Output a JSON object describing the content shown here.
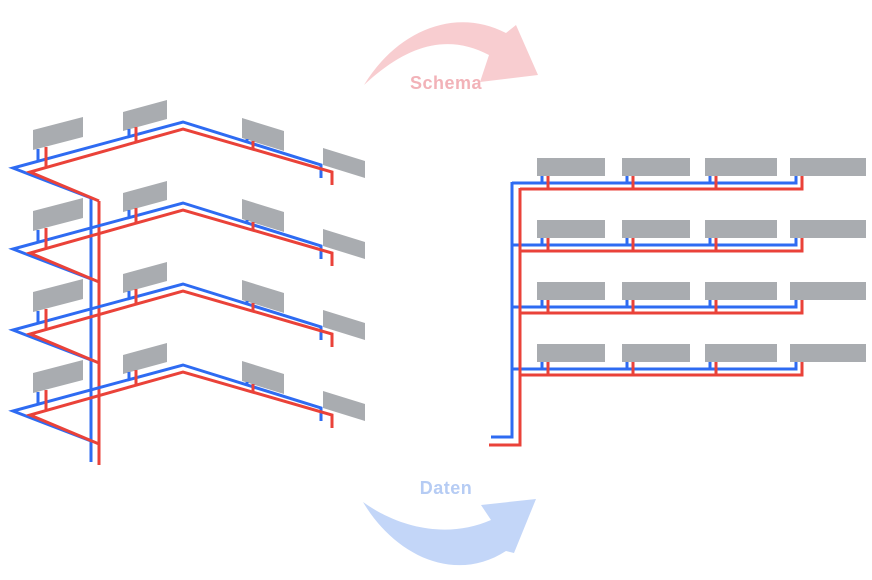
{
  "colors": {
    "pipe_blue": "#2e6bf2",
    "pipe_red": "#ea4239",
    "radiator": "#a9acb0",
    "schema_arrow": "#f8cdd0",
    "schema_label": "#f2b2b8",
    "daten_arrow": "#c3d6f8",
    "daten_label": "#b6ccf4"
  },
  "arrows": {
    "schema": {
      "label": "Schema"
    },
    "daten": {
      "label": "Daten"
    }
  },
  "left_diagram": {
    "kind": "isometric-building-pipework",
    "floors": 4,
    "radiators_per_floor": 4
  },
  "right_diagram": {
    "kind": "flat-schematic-pipework",
    "rows": 4,
    "radiators_per_row": 4
  }
}
